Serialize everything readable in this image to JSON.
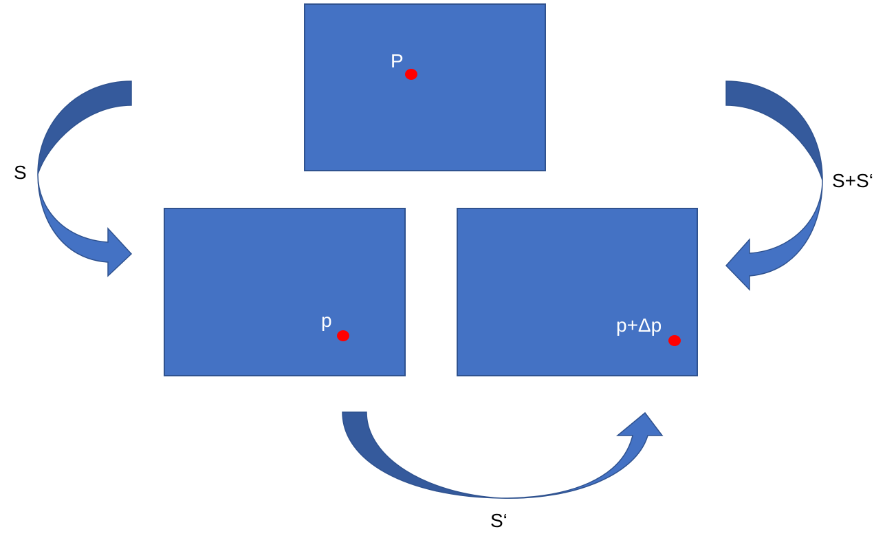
{
  "boxes": {
    "top": {
      "point_label": "P"
    },
    "bottom_left": {
      "point_label": "p"
    },
    "bottom_right": {
      "point_label": "p+Δp"
    }
  },
  "arrows": {
    "left": {
      "label": "S"
    },
    "right": {
      "label": "S+S‘"
    },
    "bottom": {
      "label": "S‘"
    }
  },
  "colors": {
    "box_fill": "#4472C4",
    "box_border": "#2F528F",
    "arrow_shade": "#355A9C",
    "point": "#FF0000",
    "box_text": "#FFFFFF",
    "label_text": "#000000"
  }
}
